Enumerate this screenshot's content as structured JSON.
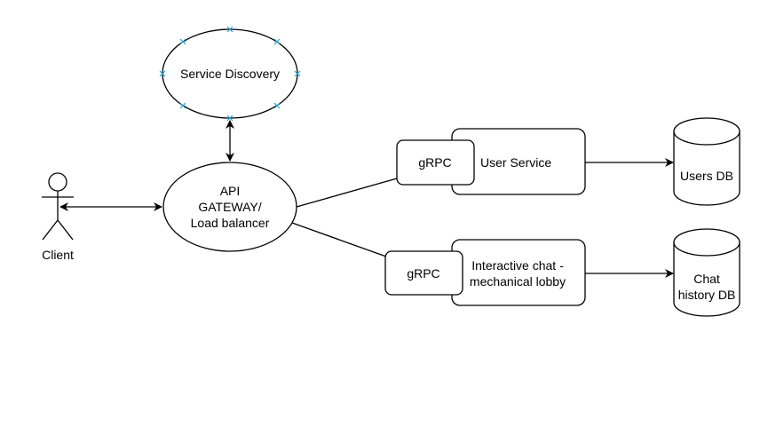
{
  "colors": {
    "stroke": "#000000",
    "fill": "#ffffff",
    "selection_handle": "#29a3d8"
  },
  "nodes": {
    "service_discovery": {
      "label": "Service Discovery",
      "shape": "ellipse",
      "selected": true
    },
    "api_gateway": {
      "lines": [
        "API",
        "GATEWAY/",
        "Load balancer"
      ],
      "shape": "ellipse"
    },
    "client": {
      "label": "Client",
      "shape": "actor"
    },
    "user_service": {
      "label": "User Service",
      "shape": "rounded-rectangle"
    },
    "user_service_grpc": {
      "label": "gRPC",
      "shape": "rounded-rectangle"
    },
    "chat_service": {
      "lines": [
        "Interactive chat -",
        "mechanical lobby"
      ],
      "shape": "rounded-rectangle"
    },
    "chat_service_grpc": {
      "label": "gRPC",
      "shape": "rounded-rectangle"
    },
    "users_db": {
      "label": "Users DB",
      "shape": "cylinder"
    },
    "chat_history_db": {
      "lines": [
        "Chat",
        "history DB"
      ],
      "shape": "cylinder"
    }
  },
  "edges": [
    {
      "from": "client",
      "to": "api_gateway",
      "arrows": "both"
    },
    {
      "from": "api_gateway",
      "to": "service_discovery",
      "arrows": "both"
    },
    {
      "from": "api_gateway",
      "to": "user_service_grpc",
      "arrows": "none"
    },
    {
      "from": "api_gateway",
      "to": "chat_service_grpc",
      "arrows": "none"
    },
    {
      "from": "user_service",
      "to": "users_db",
      "arrows": "end"
    },
    {
      "from": "chat_service",
      "to": "chat_history_db",
      "arrows": "end"
    }
  ]
}
